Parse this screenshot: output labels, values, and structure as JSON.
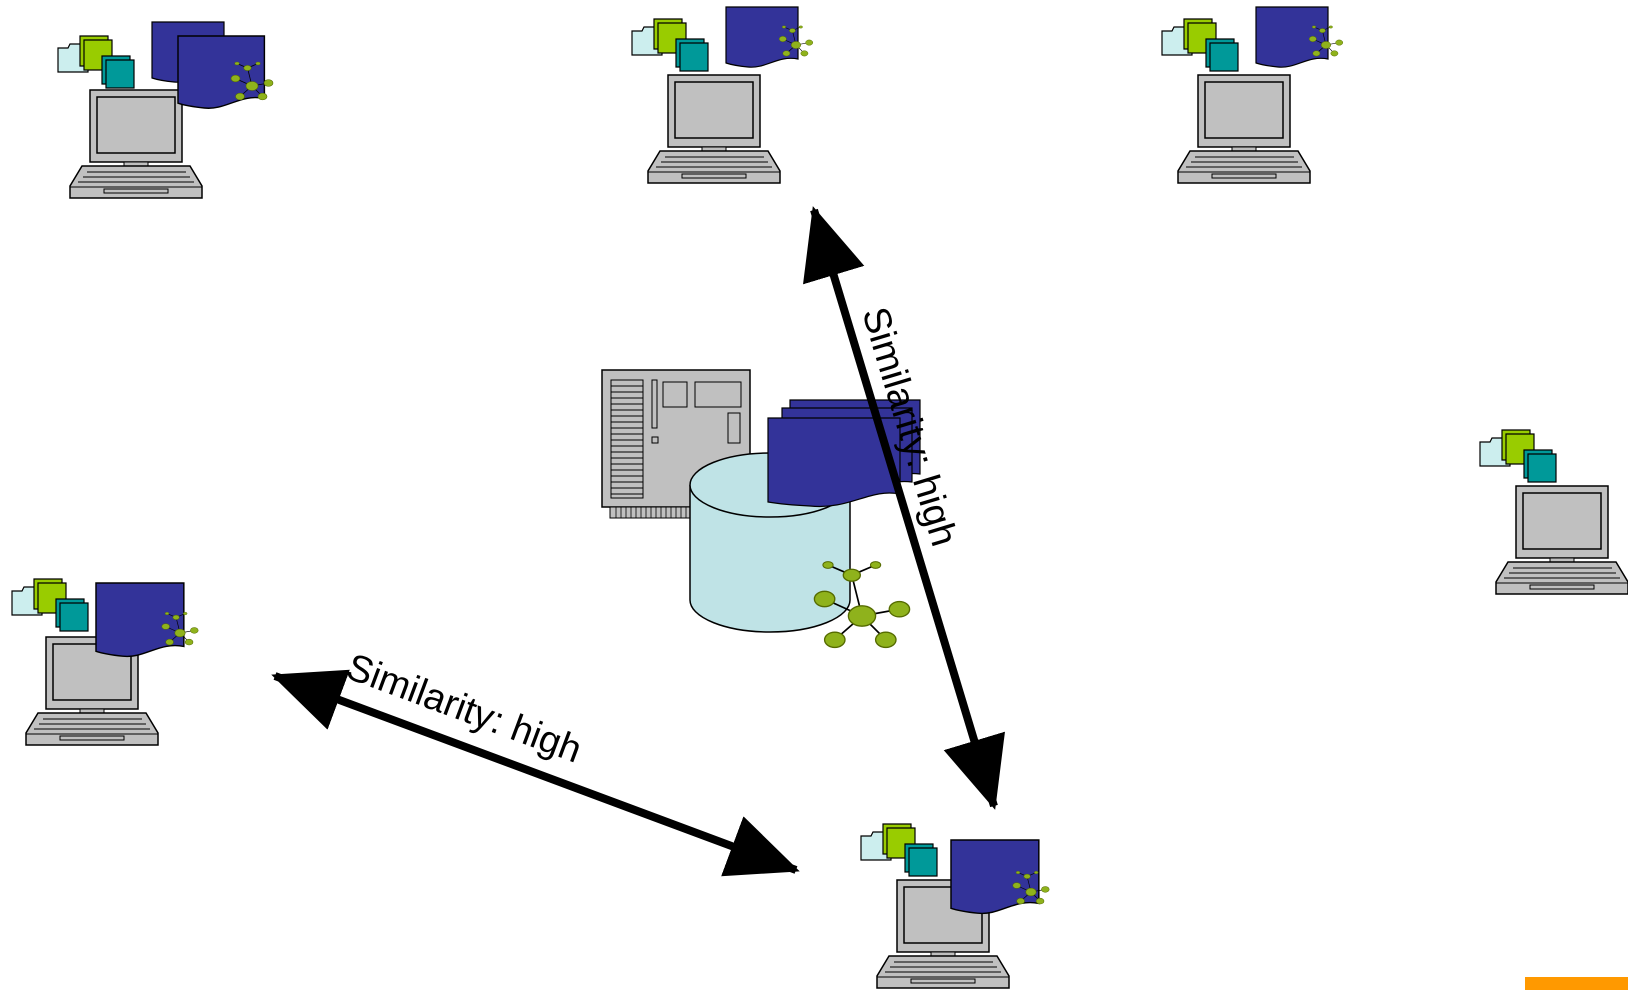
{
  "diagram": {
    "background": "#ffffff",
    "edges": [
      {
        "label": "Similarity: high",
        "from": "laptop-top-center",
        "to": "laptop-bottom-center"
      },
      {
        "label": "Similarity: high",
        "from": "laptop-mid-left",
        "to": "laptop-bottom-center"
      }
    ],
    "nodes": [
      {
        "id": "laptop-top-left",
        "type": "laptop-with-documents"
      },
      {
        "id": "laptop-top-center",
        "type": "laptop-with-documents"
      },
      {
        "id": "laptop-top-right",
        "type": "laptop-with-documents"
      },
      {
        "id": "laptop-mid-left",
        "type": "laptop-with-documents"
      },
      {
        "id": "laptop-far-right",
        "type": "laptop-with-folders"
      },
      {
        "id": "laptop-bottom-center",
        "type": "laptop-with-documents"
      },
      {
        "id": "central-server",
        "type": "server-database-hub"
      }
    ],
    "colors": {
      "document_blue": "#333399",
      "folder_green": "#99cc00",
      "folder_teal": "#009999",
      "folder_light": "#cceeee",
      "laptop_grey": "#c0c0c0",
      "database_fill": "#bfe3e6",
      "hub_green": "#8fb21c",
      "arrow": "#000000",
      "accent_orange": "#ff9900"
    }
  }
}
